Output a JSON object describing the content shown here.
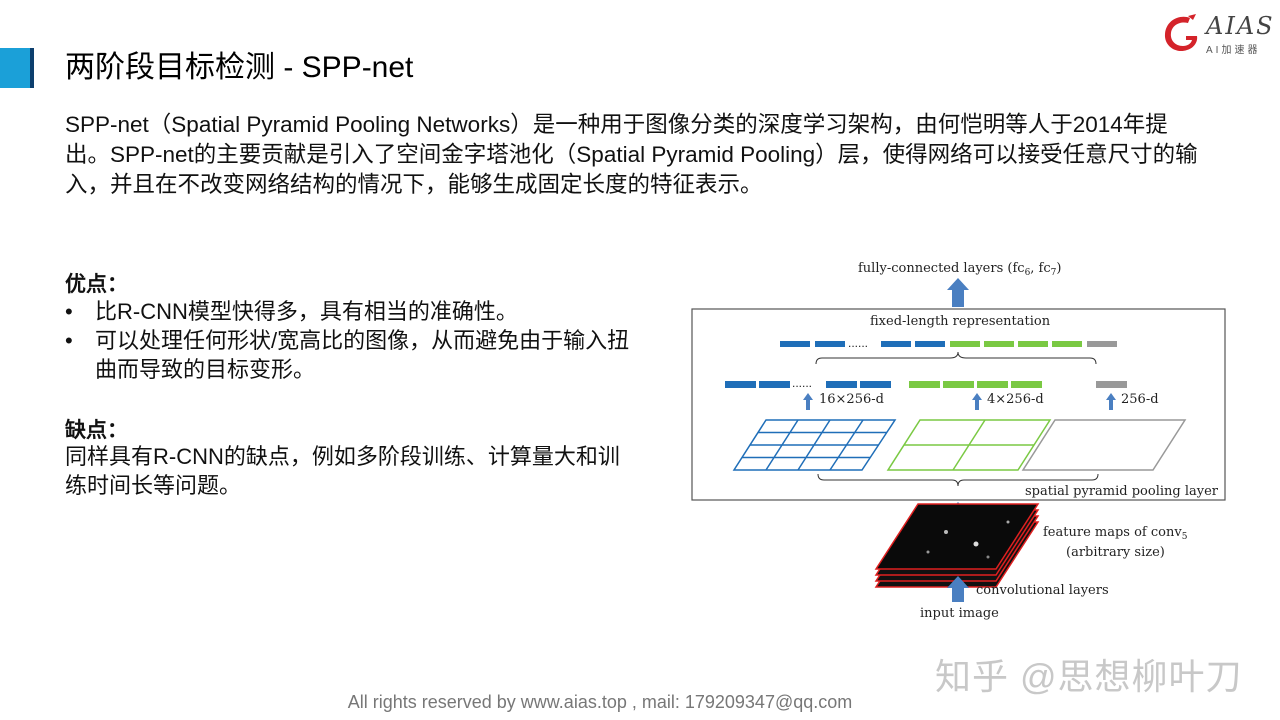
{
  "header": {
    "title": "两阶段目标检测 - SPP-net",
    "logo_text": "AIAS",
    "logo_subtext": "AI加速器"
  },
  "intro": "SPP-net（Spatial Pyramid Pooling Networks）是一种用于图像分类的深度学习架构，由何恺明等人于2014年提出。SPP-net的主要贡献是引入了空间金字塔池化（Spatial Pyramid Pooling）层，使得网络可以接受任意尺寸的输入，并且在不改变网络结构的情况下，能够生成固定长度的特征表示。",
  "pros": {
    "title": "优点：",
    "bullet": "•",
    "items": [
      "比R-CNN模型快得多，具有相当的准确性。",
      "可以处理任何形状/宽高比的图像，从而避免由于输入扭曲而导致的目标变形。"
    ]
  },
  "cons": {
    "title": "缺点：",
    "text": "同样具有R-CNN的缺点，例如多阶段训练、计算量大和训练时间长等问题。"
  },
  "diagram": {
    "fc_label": "fully-connected layers (fc",
    "fc_sub6": "6",
    "fc_mid": ", fc",
    "fc_sub7": "7",
    "fc_end": ")",
    "fixed_label": "fixed-length representation",
    "dots": "......",
    "bin16": "16×256-d",
    "bin4": "4×256-d",
    "bin1": "256-d",
    "spp_label": "spatial pyramid pooling layer",
    "fmap_label": "feature maps of conv",
    "fmap_sub": "5",
    "fmap_note": "(arbitrary size)",
    "conv_label": "convolutional layers",
    "input_label": "input image",
    "colors": {
      "blue": "#1f6eb8",
      "green": "#7ac943",
      "gray": "#999999",
      "arrow": "#4a7fc1",
      "map_edge": "#e02020"
    }
  },
  "footer": "All rights reserved by www.aias.top , mail: 179209347@qq.com",
  "watermark": "知乎 @思想柳叶刀",
  "theme": {
    "accent": "#1ba0d8",
    "accent_dark": "#0d3f6e"
  }
}
